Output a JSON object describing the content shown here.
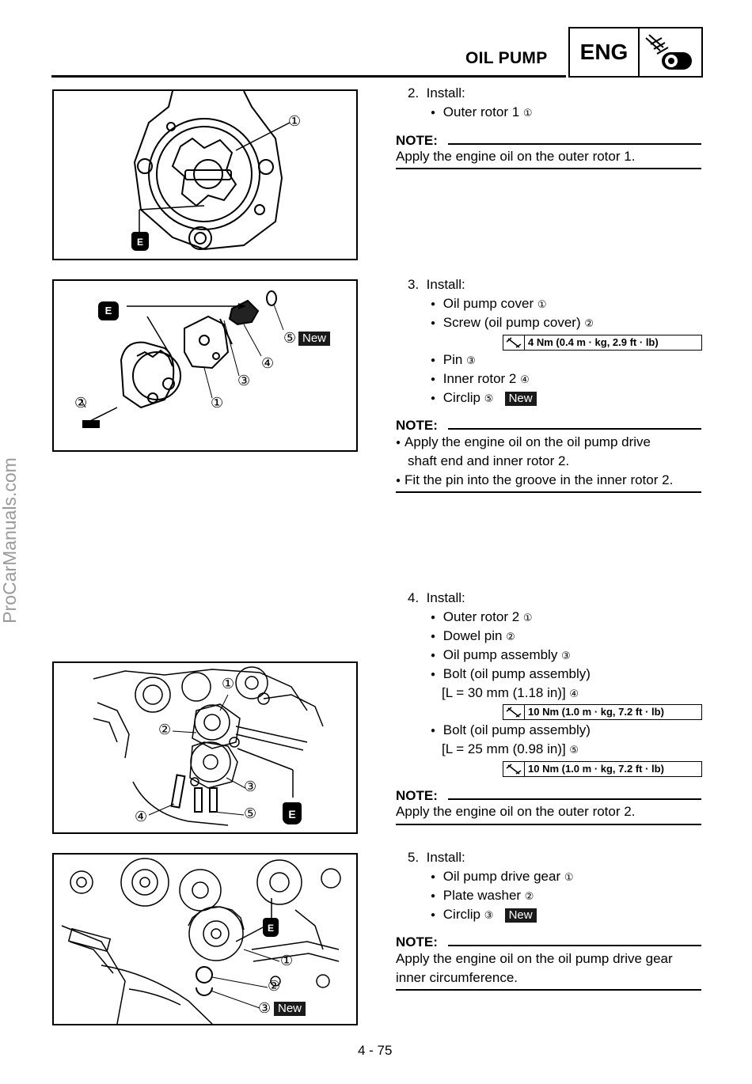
{
  "watermark": "ProCarManuals.com",
  "header": {
    "title": "OIL PUMP",
    "section": "ENG"
  },
  "symbols": {
    "new": "New",
    "oil_mark": "E"
  },
  "steps": [
    {
      "num": "2.",
      "action": "Install:",
      "items": [
        {
          "text": "Outer rotor 1",
          "ref": "①"
        }
      ],
      "note_label": "NOTE:",
      "note": [
        "Apply the engine oil on the outer rotor 1."
      ]
    },
    {
      "num": "3.",
      "action": "Install:",
      "items": [
        {
          "text": "Oil pump cover",
          "ref": "①"
        },
        {
          "text": "Screw (oil pump cover)",
          "ref": "②",
          "torque": "4 Nm (0.4 m · kg, 2.9 ft · lb)"
        },
        {
          "text": "Pin",
          "ref": "③"
        },
        {
          "text": "Inner rotor 2",
          "ref": "④"
        },
        {
          "text": "Circlip",
          "ref": "⑤",
          "new": "New"
        }
      ],
      "note_label": "NOTE:",
      "note": [
        "Apply the engine oil on the oil pump drive",
        "shaft end and inner rotor 2.",
        "Fit the pin into the groove in the inner rotor 2."
      ]
    },
    {
      "num": "4.",
      "action": "Install:",
      "items": [
        {
          "text": "Outer rotor 2",
          "ref": "①"
        },
        {
          "text": "Dowel pin",
          "ref": "②"
        },
        {
          "text": "Oil pump assembly",
          "ref": "③"
        },
        {
          "text": "Bolt (oil pump assembly)",
          "sub": "[L = 30 mm (1.18 in)]",
          "ref": "④",
          "torque": "10 Nm (1.0 m · kg, 7.2 ft · lb)"
        },
        {
          "text": "Bolt (oil pump assembly)",
          "sub": "[L = 25 mm (0.98 in)]",
          "ref": "⑤",
          "torque": "10 Nm (1.0 m · kg, 7.2 ft · lb)"
        }
      ],
      "note_label": "NOTE:",
      "note": [
        "Apply the engine oil on the outer rotor 2."
      ]
    },
    {
      "num": "5.",
      "action": "Install:",
      "items": [
        {
          "text": "Oil pump drive gear",
          "ref": "①"
        },
        {
          "text": "Plate washer",
          "ref": "②"
        },
        {
          "text": "Circlip",
          "ref": "③",
          "new": "New"
        }
      ],
      "note_label": "NOTE:",
      "note": [
        "Apply the engine oil on the oil pump drive gear",
        "inner circumference."
      ]
    }
  ],
  "figures": {
    "fig1": {
      "callouts": [
        "①"
      ]
    },
    "fig2": {
      "callouts": [
        "①",
        "②",
        "③",
        "④",
        "⑤"
      ]
    },
    "fig3": {
      "callouts": [
        "①",
        "②",
        "③",
        "④",
        "⑤"
      ]
    },
    "fig4": {
      "callouts": [
        "①",
        "②",
        "③"
      ]
    }
  },
  "page_number": "4 - 75",
  "icons": {
    "section": "wrench-gear-icon",
    "torque": "torque-wrench-icon",
    "oil": "oil-can-icon"
  }
}
